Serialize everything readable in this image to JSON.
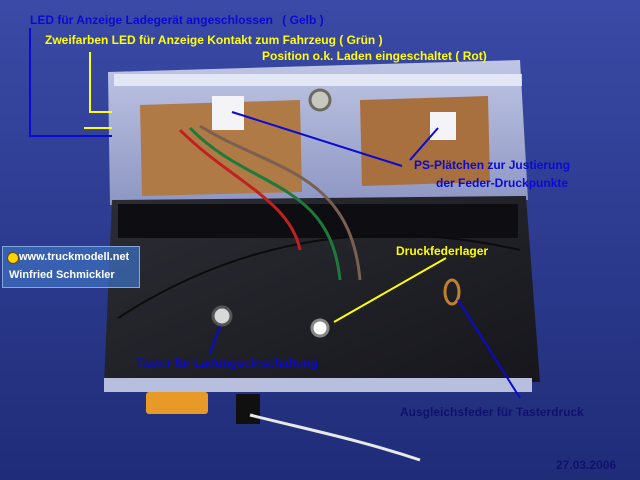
{
  "labels": {
    "led_charger": "LED für Anzeige Ladegerät angeschlossen",
    "led_charger_color": "( Gelb )",
    "bicolor_led": "Zweifarben LED für Anzeige Kontakt zum Fahrzeug ( Grün )",
    "position_ok": "Position o.k. Laden eingeschaltet ( Rot)",
    "ps_plates_line1": "PS-Plätchen zur Justierung",
    "ps_plates_line2": "der Feder-Druckpunkte",
    "spring_bearing": "Druckfederlager",
    "charge_button": "Taster für Ladungseinschaltung",
    "compensation_spring": "Ausgleichsfeder für Tasterdruck",
    "date": "27.03.2006"
  },
  "watermark": {
    "url": "www.truckmodell.net",
    "name": "Winfried Schmickler"
  },
  "colors": {
    "annotation_blue": "#0a0ad2",
    "annotation_yellow": "#ffff00",
    "background_blue": "#2a3a8c"
  }
}
